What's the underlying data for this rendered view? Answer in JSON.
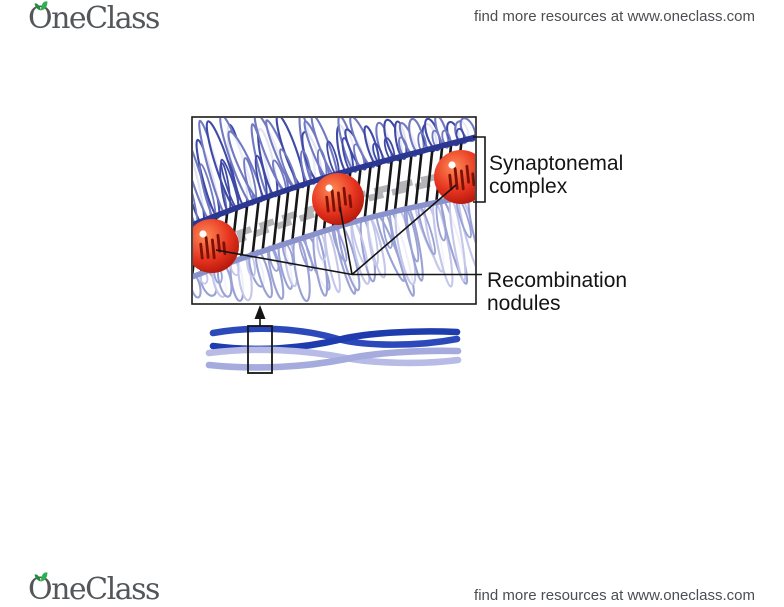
{
  "header": {
    "logo_text": "OneClass",
    "tagline": "find more resources at www.oneclass.com"
  },
  "footer": {
    "logo_text": "OneClass",
    "tagline": "find more resources at www.oneclass.com"
  },
  "figure": {
    "labels": {
      "synaptonemal_line1": "Synaptonemal",
      "synaptonemal_line2": "complex",
      "recombination_line1": "Recombination",
      "recombination_line2": "nodules"
    },
    "colors": {
      "upper_coil": "#3f4aa6",
      "upper_coil_light": "#7079c2",
      "upper_lateral": "#2c3792",
      "lower_coil": "#9aa1d4",
      "lower_coil_light": "#c4c7ea",
      "lower_lateral": "#8a92cd",
      "central_element": "#b5b5b9",
      "filament": "#161616",
      "nodule_center": "#ff8a55",
      "nodule_mid": "#e63420",
      "nodule_edge": "#a50f04",
      "nodule_marks": "#7e1004",
      "chromatid_dark": "#2c49bb",
      "chromatid_dark2": "#1e3cae",
      "chromatid_light": "#b7bbe5",
      "chromatid_light2": "#a5abdd",
      "leaf_green": "#2fb04e",
      "leaf_green_dark": "#1e8c3a",
      "logo_gray": "#54575a",
      "text_gray": "#4b4e52"
    }
  }
}
